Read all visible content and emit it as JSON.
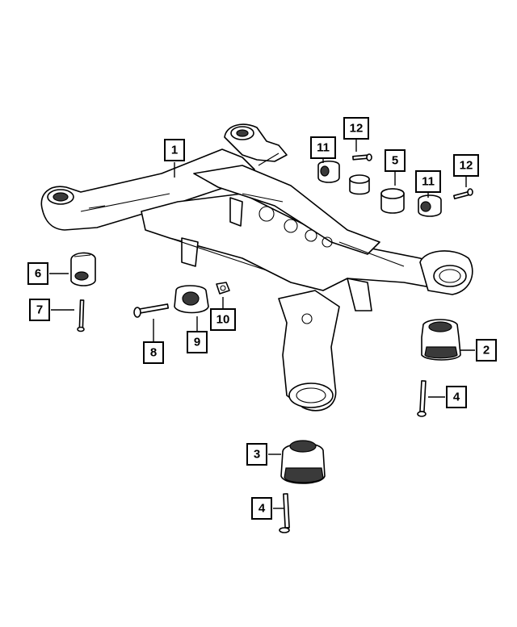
{
  "diagram": {
    "callouts": [
      {
        "id": "c1",
        "label": "1"
      },
      {
        "id": "c2",
        "label": "2"
      },
      {
        "id": "c3",
        "label": "3"
      },
      {
        "id": "c4a",
        "label": "4"
      },
      {
        "id": "c4b",
        "label": "4"
      },
      {
        "id": "c5",
        "label": "5"
      },
      {
        "id": "c6",
        "label": "6"
      },
      {
        "id": "c7",
        "label": "7"
      },
      {
        "id": "c8",
        "label": "8"
      },
      {
        "id": "c9",
        "label": "9"
      },
      {
        "id": "c10",
        "label": "10"
      },
      {
        "id": "c11a",
        "label": "11"
      },
      {
        "id": "c11b",
        "label": "11"
      },
      {
        "id": "c12a",
        "label": "12"
      },
      {
        "id": "c12b",
        "label": "12"
      }
    ]
  },
  "colors": {
    "line": "#000000",
    "background": "#ffffff",
    "rubber": "#3a3a3a"
  }
}
